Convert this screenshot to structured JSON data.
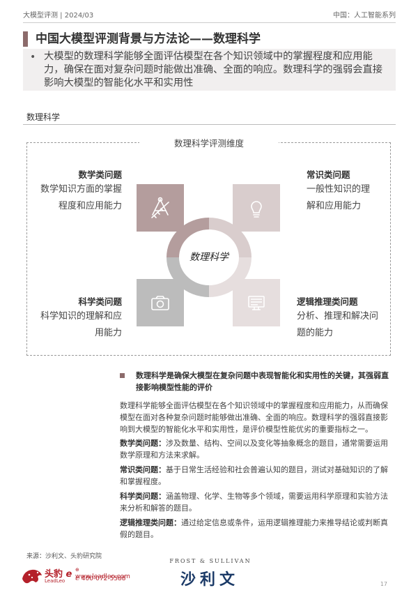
{
  "header": {
    "left": "大模型评测 | 2024/03",
    "right": "中国：人工智能系列"
  },
  "title": "中国大模型评测背景与方法论——数理科学",
  "summary": {
    "bullet": "•",
    "text": "大模型的数理科学能够全面评估模型在各个知识领域中的掌握程度和应用能力，确保在面对复杂问题时能做出准确、全面的响应。数理科学的强弱会直接影响大模型的智能化水平和实用性"
  },
  "section_label": "数理科学",
  "diagram": {
    "title": "数理科学评测维度",
    "center": "数理科学",
    "math": {
      "head": "数学类问题",
      "line1": "数学知识方面的掌握",
      "line2": "程度和应用能力"
    },
    "common": {
      "head": "常识类问题",
      "line1": "一般性知识的理",
      "line2": "解和应用能力"
    },
    "science": {
      "head": "科学类问题",
      "line1": "科学知识的理解和应",
      "line2": "用能力"
    },
    "logic": {
      "head": "逻辑推理类问题",
      "line1": "分析、推理和解决问",
      "line2": "题的能力"
    },
    "colors": {
      "math": "#b49d9d",
      "common": "#d9cdcd",
      "science": "#bcbcbc",
      "logic": "#e6dede"
    }
  },
  "detail": {
    "key_point": "数理科学是确保大模型在复杂问题中表现智能化和实用性的关键，其强弱直接影响模型性能的评价",
    "intro": "数理科学能够全面评估模型在各个知识领域中的掌握程度和应用能力，从而确保模型在面对各种复杂问题时能够做出准确、全面的响应。数理科学的强弱直接影响到大模型的智能化水平和实用性，是评价模型性能优劣的重要指标之一。",
    "items": [
      {
        "term": "数学类问题：",
        "text": "涉及数量、结构、空间以及变化等抽象概念的题目，通常需要运用数学原理和方法来求解。"
      },
      {
        "term": "常识类问题：",
        "text": "基于日常生活经验和社会普遍认知的题目，测试对基础知识的了解和掌握程度。"
      },
      {
        "term": "科学类问题：",
        "text": "涵盖物理、化学、生物等多个领域，需要运用科学原理和实验方法来分析和解答的题目。"
      },
      {
        "term": "逻辑推理类问题：",
        "text": "通过给定信息或条件，运用逻辑推理能力来推导结论或判断真假的题目。"
      }
    ]
  },
  "footer": {
    "source": "来源：沙利文、头豹研究院",
    "logo_name": "头豹",
    "logo_e": "e",
    "logo_sub": "LeadLeo",
    "website": "www.leadleo.com",
    "phone": "400-072-5588",
    "fs_top": "FROST & SULLIVAN",
    "fs_name": "沙利文",
    "page": "17"
  }
}
